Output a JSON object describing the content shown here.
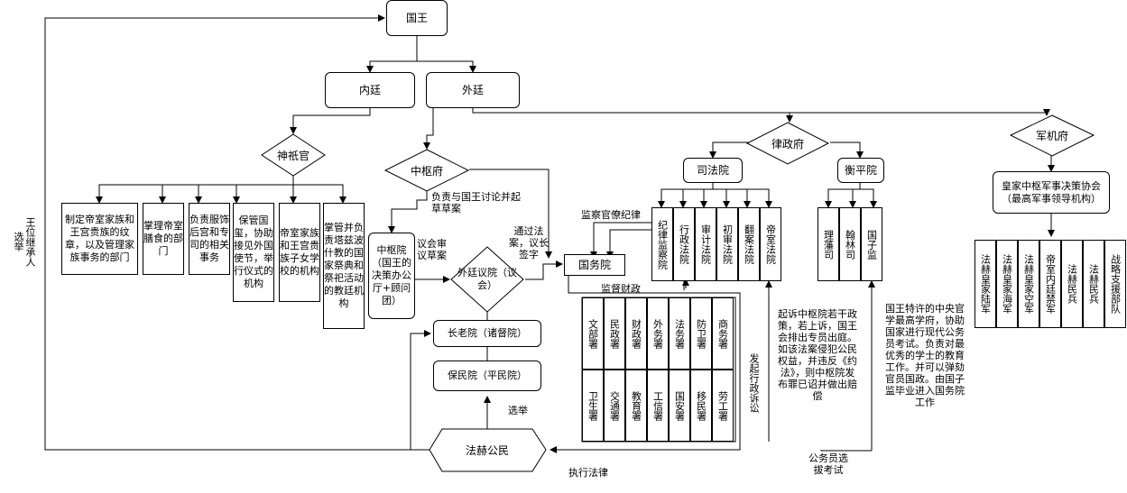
{
  "nodes": {
    "king": "国王",
    "inner_court": "内廷",
    "outer_court": "外廷",
    "shinto_office": "神祇官",
    "privy_council": "中枢府",
    "law_council": "律政府",
    "military": "军机府",
    "judiciary": "司法院",
    "balance": "衡平院",
    "privy_office": "中枢院（国王的决策办公厅+顾问团）",
    "parliament": "外廷议院（议会）",
    "state_council": "国务院",
    "senate": "长老院（诸督院）",
    "commons": "保民院（平民院）",
    "citizens": "法赫公民",
    "war_council": "皇家中枢军事决策协会（最高军事领导机构）"
  },
  "inner_depts": [
    "制定帝室家族和王宫贵族的纹章，以及管理家族事务的部门",
    "掌理帝室膳食的部门",
    "负责服饰后宫和专司的相关事务",
    "保管国玺，协助接见外国使节，举行仪式的机构",
    "帝室家族和王宫贵族子女学校的机构",
    "掌管并负责塔兹波什教的国家祭典和祭祀活动的教廷机构"
  ],
  "judiciary_courts": [
    "纪律监察院",
    "行政法院",
    "审计法院",
    "初审法院",
    "翻案法院",
    "帝室法院"
  ],
  "balance_depts": [
    "理藩司",
    "翰林司",
    "国子监"
  ],
  "ministries_row1": [
    "文部署",
    "民政署",
    "财政署",
    "外务署",
    "法务署",
    "防卫署",
    "商务署"
  ],
  "ministries_row2": [
    "卫生署",
    "交通署",
    "教育署",
    "工信署",
    "国安署",
    "移民署",
    "劳工署"
  ],
  "military_units": [
    "法赫皇家陆军",
    "法赫皇家海军",
    "法赫皇家空军",
    "帝室内廷禁军",
    "法赫民兵",
    "法赫民兵",
    "战略支援部队"
  ],
  "edge_labels": {
    "succession": "王位继承人选举",
    "negotiate": "负责与国王讨论并起草草案",
    "review": "议会审议草案",
    "pass": "通过法案，议长签字",
    "supervise_officials": "监察官僚纪律",
    "supervise_finance": "监督财政",
    "lawsuit": "发起行政诉讼",
    "elect": "选举",
    "execute": "执行法律",
    "civil_exam": "公务员选拔考试",
    "sue_note": "起诉中枢院若干政策，若上诉，国王会排出专员出庭。如该法案侵犯公民权益，并违反《约法》，则中枢院发布罪已诏并做出赔偿",
    "academy_note": "国王特许的中央官学最高学府，协助国家进行现代公务员考试。负责对最优秀的学士的教育工作。并可以弹劾官员国政。由国子监毕业进入国务院工作"
  }
}
